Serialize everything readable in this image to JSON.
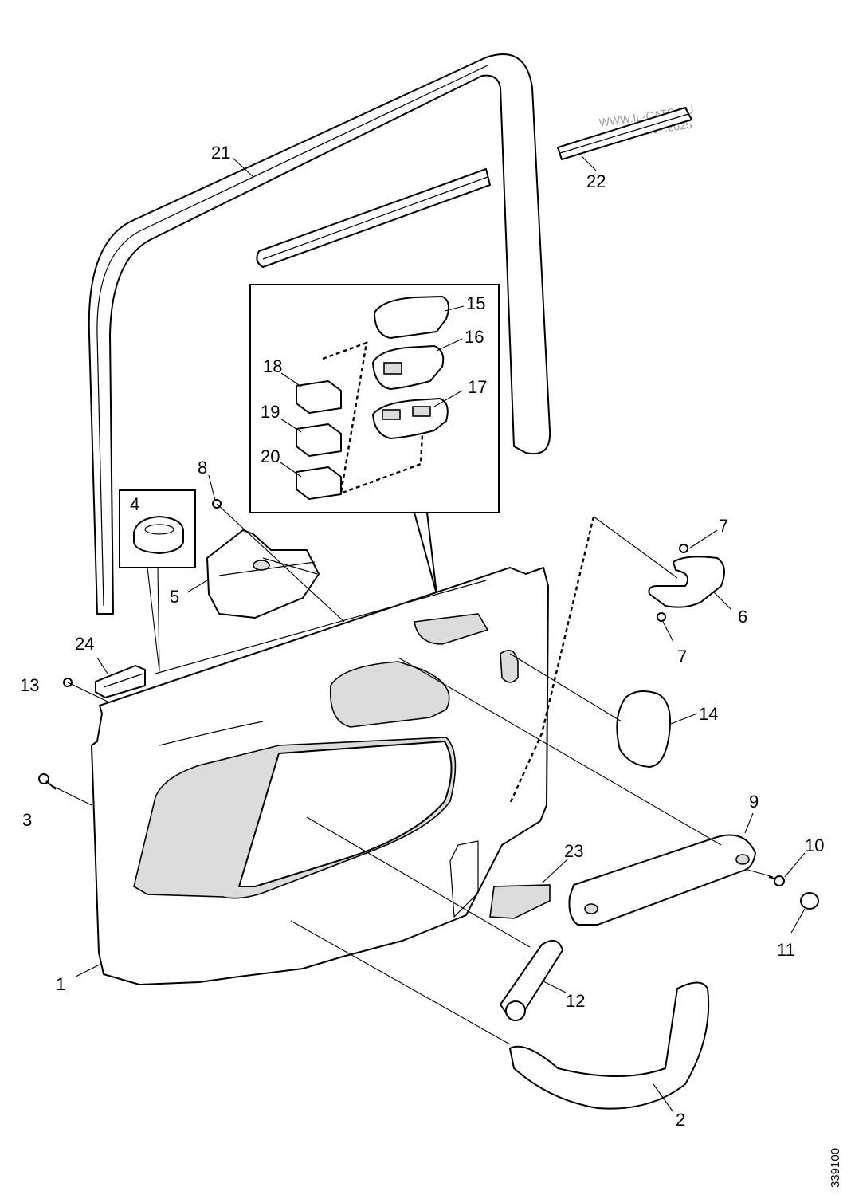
{
  "diagram": {
    "document_number": "339100",
    "watermark": {
      "line1": "WWW.IL-CATS.RU",
      "line2": "15:21 22.07.2025"
    },
    "callouts": {
      "c1": "1",
      "c2": "2",
      "c3": "3",
      "c4": "4",
      "c5": "5",
      "c6": "6",
      "c7a": "7",
      "c7b": "7",
      "c8": "8",
      "c9": "9",
      "c10": "10",
      "c11": "11",
      "c12": "12",
      "c13": "13",
      "c14": "14",
      "c15": "15",
      "c16": "16",
      "c17": "17",
      "c18": "18",
      "c19": "19",
      "c20": "20",
      "c21": "21",
      "c22": "22",
      "c23": "23",
      "c24": "24"
    }
  }
}
